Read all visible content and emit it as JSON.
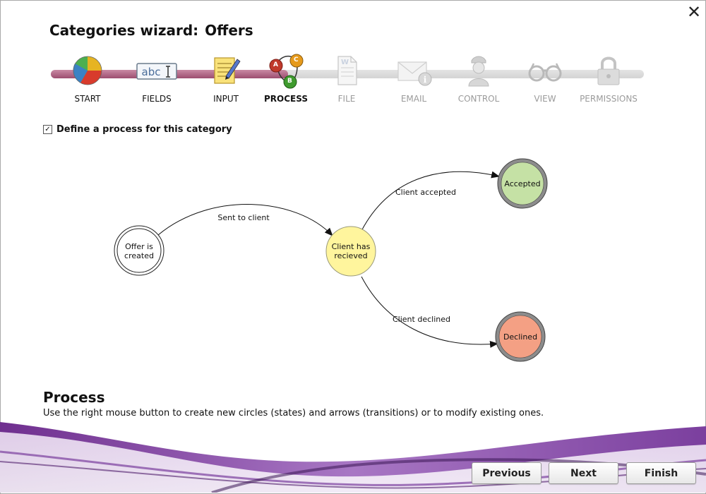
{
  "window": {
    "title_prefix": "Categories wizard:",
    "title_name": "Offers",
    "close_glyph": "✕"
  },
  "steps": [
    {
      "label": "START",
      "icon": "pie-chart-icon",
      "state": "done"
    },
    {
      "label": "FIELDS",
      "icon": "text-field-icon",
      "state": "done"
    },
    {
      "label": "INPUT",
      "icon": "notepad-pencil-icon",
      "state": "done"
    },
    {
      "label": "PROCESS",
      "icon": "process-nodes-icon",
      "state": "active",
      "badges": [
        "A",
        "C",
        "B"
      ]
    },
    {
      "label": "FILE",
      "icon": "document-icon",
      "state": "disabled"
    },
    {
      "label": "EMAIL",
      "icon": "envelope-info-icon",
      "state": "disabled"
    },
    {
      "label": "CONTROL",
      "icon": "officer-icon",
      "state": "disabled"
    },
    {
      "label": "VIEW",
      "icon": "glasses-icon",
      "state": "disabled"
    },
    {
      "label": "PERMISSIONS",
      "icon": "padlock-icon",
      "state": "disabled"
    }
  ],
  "process_toggle": {
    "label": "Define a process for this category",
    "checked": true,
    "check_glyph": "✓"
  },
  "diagram": {
    "states": [
      {
        "id": "created",
        "line1": "Offer is",
        "line2": "created",
        "fill": "#ffffff",
        "kind": "initial"
      },
      {
        "id": "received",
        "line1": "Client has",
        "line2": "recieved",
        "fill": "#fff59d",
        "kind": "normal"
      },
      {
        "id": "accepted",
        "line1": "Accepted",
        "line2": "",
        "fill": "#c5e1a5",
        "kind": "final"
      },
      {
        "id": "declined",
        "line1": "Declined",
        "line2": "",
        "fill": "#f4a084",
        "kind": "final"
      }
    ],
    "transitions": [
      {
        "from": "created",
        "to": "received",
        "label": "Sent to client"
      },
      {
        "from": "received",
        "to": "accepted",
        "label": "Client accepted"
      },
      {
        "from": "received",
        "to": "declined",
        "label": "Client declined"
      }
    ]
  },
  "help": {
    "title": "Process",
    "text": "Use the right mouse button to create new circles (states) and arrows (transitions) or to modify existing ones."
  },
  "buttons": {
    "previous": "Previous",
    "next": "Next",
    "finish": "Finish"
  },
  "colors": {
    "progress_done": "#9d4e70",
    "footer_purple": "#7b3f9e"
  }
}
